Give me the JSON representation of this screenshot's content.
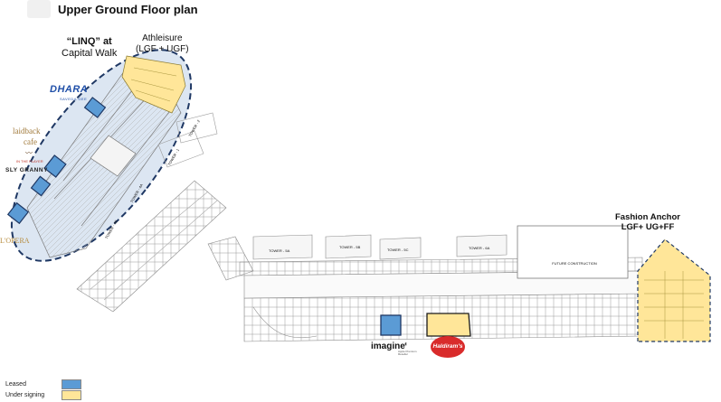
{
  "page": {
    "title": "Upper Ground Floor plan"
  },
  "callouts": {
    "linq_line1": "“LINQ” at",
    "linq_line2": "Capital Walk",
    "athleisure_line1": "Athleisure",
    "athleisure_line2": "(LGF + UGF)",
    "fashion_line1": "Fashion Anchor",
    "fashion_line2": "LGF+ UG+FF"
  },
  "brands": {
    "dhara": "DHARA",
    "dhara_sub": "SAVEDA GEE",
    "laidback": "laidback",
    "cafe": "cafe",
    "inplayer": "IN THE PLAYER",
    "slygranny": "SLY GRANNY",
    "loperia": "L'OPERA",
    "imagine": "imagine",
    "apple": "Apple Premium Reseller",
    "haldiram": "Haldiram's"
  },
  "towers": {
    "t1": "TOWER - 1",
    "t2": "TOWER - 2",
    "t4a": "TOWER - 4A",
    "t4b": "TOWER - 4B",
    "t5a": "TOWER - 5A",
    "t5b": "TOWER - 5B",
    "t5c": "TOWER - 5C",
    "t6a": "TOWER - 6A",
    "future": "FUTURE CONSTRUCTION"
  },
  "legend": [
    {
      "label": "Leased",
      "color": "#5b9bd5"
    },
    {
      "label": "Under signing",
      "color": "#ffe699"
    }
  ],
  "colors": {
    "leased": "#5b9bd5",
    "under_signing": "#ffe699",
    "linq_zone": "#dce6f2",
    "zone_outline": "#1f3864",
    "plan_line": "#7a7a7a"
  }
}
